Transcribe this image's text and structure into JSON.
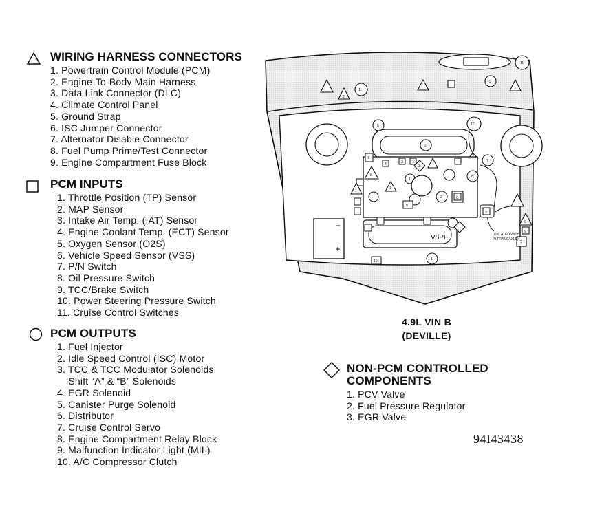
{
  "harness": {
    "title": "WIRING HARNESS CONNECTORS",
    "items": [
      "1. Powertrain Control Module (PCM)",
      "2. Engine-To-Body Main Harness",
      "3. Data Link Connector (DLC)",
      "4. Climate Control Panel",
      "5. Ground Strap",
      "6. ISC Jumper Connector",
      "7. Alternator Disable Connector",
      "8. Fuel Pump Prime/Test Connector",
      "9. Engine Compartment Fuse Block"
    ]
  },
  "inputs": {
    "title": "PCM INPUTS",
    "items": [
      "1. Throttle Position (TP) Sensor",
      "2. MAP Sensor",
      "3. Intake Air Temp. (IAT) Sensor",
      "4. Engine Coolant Temp. (ECT) Sensor",
      "5. Oxygen Sensor (O2S)",
      "6. Vehicle Speed Sensor (VSS)",
      "7. P/N Switch",
      "8. Oil Pressure Switch",
      "9. TCC/Brake Switch",
      "10. Power Steering Pressure Switch",
      "11. Cruise Control Switches"
    ]
  },
  "outputs": {
    "title": "PCM OUTPUTS",
    "items": [
      "1. Fuel Injector",
      "2. Idle Speed Control (ISC) Motor",
      "3. TCC & TCC Modulator Solenoids",
      "    Shift “A” & “B” Solenoids",
      "4. EGR Solenoid",
      "5. Canister Purge Solenoid",
      "6. Distributor",
      "7. Cruise Control Servo",
      "8. Engine Compartment Relay Block",
      "9. Malfunction Indicator Light (MIL)",
      "10. A/C Compressor Clutch"
    ]
  },
  "nonpcm": {
    "title_line1": "NON-PCM CONTROLLED",
    "title_line2": "COMPONENTS",
    "items": [
      "1. PCV Valve",
      "2. Fuel Pressure Regulator",
      "3. EGR Valve"
    ]
  },
  "caption": {
    "line1": "4.9L VIN B",
    "line2": "(DEVILLE)"
  },
  "figure_number": "94I43438",
  "diagram_labels": {
    "engine_badge": "V8PFI",
    "note_line1": "(LOCATED WITH-",
    "note_line2": "IN TRANSAXLE)",
    "markers": {
      "n1": "1",
      "n2": "2",
      "n3": "3",
      "n4": "4",
      "n5": "5",
      "n6": "6",
      "n7": "7",
      "n8": "8",
      "n9": "9",
      "n10": "10",
      "n11": "11"
    }
  }
}
